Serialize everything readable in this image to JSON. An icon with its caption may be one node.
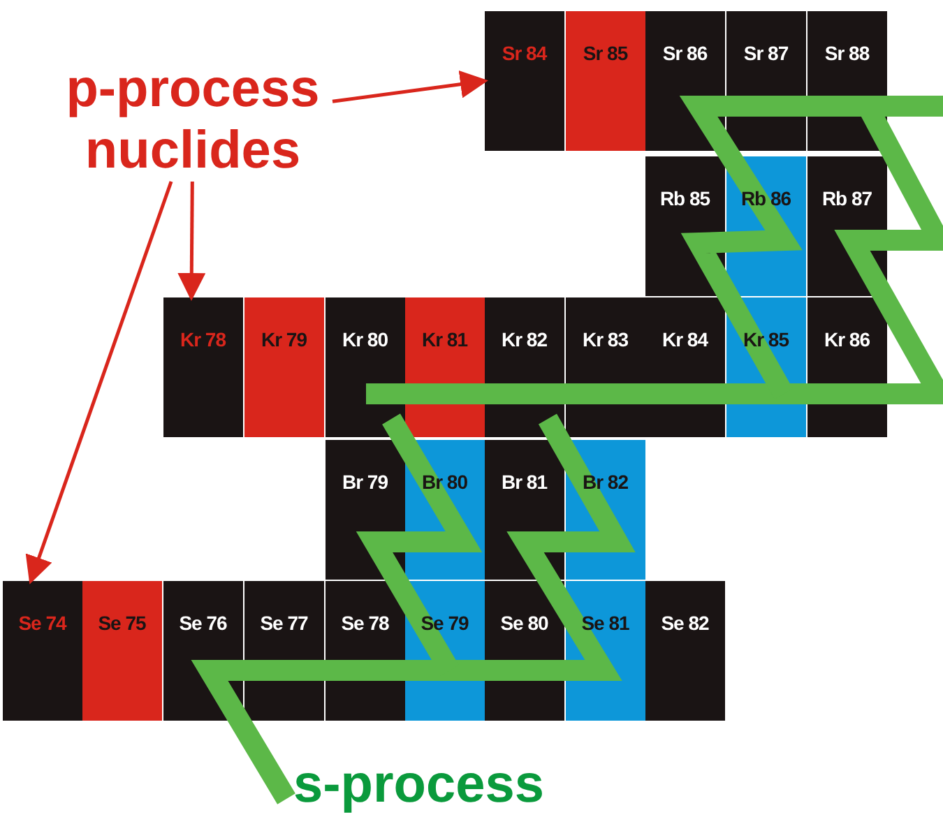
{
  "diagram": {
    "nodes": [
      {
        "text": [
          "p-process nuclides"
        ]
      },
      {
        "text": [
          "Sr 84"
        ]
      },
      {
        "text": [
          "Sr 85"
        ]
      },
      {
        "text": [
          "Sr 86"
        ]
      },
      {
        "text": [
          "Sr 87"
        ]
      },
      {
        "text": [
          "Sr 88"
        ]
      },
      {
        "text": [
          "Rb 85"
        ]
      },
      {
        "text": [
          "Rb 86"
        ]
      },
      {
        "text": [
          "Rb 87"
        ]
      },
      {
        "text": [
          "Kr 78"
        ]
      },
      {
        "text": [
          "Kr 79"
        ]
      },
      {
        "text": [
          "Kr 80"
        ]
      },
      {
        "text": [
          "Kr 81"
        ]
      },
      {
        "text": [
          "Kr 82"
        ]
      },
      {
        "text": [
          "Kr 83"
        ]
      },
      {
        "text": [
          "Kr 84"
        ]
      },
      {
        "text": [
          "Kr 85"
        ]
      },
      {
        "text": [
          "Kr 86"
        ]
      },
      {
        "text": [
          "Br 79"
        ]
      },
      {
        "text": [
          "Br 80"
        ]
      },
      {
        "text": [
          "Br 81"
        ]
      },
      {
        "text": [
          "Br 82"
        ]
      },
      {
        "text": [
          "Se 74"
        ]
      },
      {
        "text": [
          "Se 75"
        ]
      },
      {
        "text": [
          "Se 76"
        ]
      },
      {
        "text": [
          "Se 77"
        ]
      },
      {
        "text": [
          "Se 78"
        ]
      },
      {
        "text": [
          "Se 79"
        ]
      },
      {
        "text": [
          "Se 80"
        ]
      },
      {
        "text": [
          "Se 81"
        ]
      },
      {
        "text": [
          "Se 82"
        ]
      }
    ],
    "edges": [
      {
        "from": 0,
        "to": 1,
        "arrow": "to"
      },
      {
        "from": 0,
        "to": 9,
        "arrow": "to"
      },
      {
        "from": 0,
        "to": 22,
        "arrow": "to"
      }
    ],
    "labels": [
      "s-process"
    ]
  }
}
